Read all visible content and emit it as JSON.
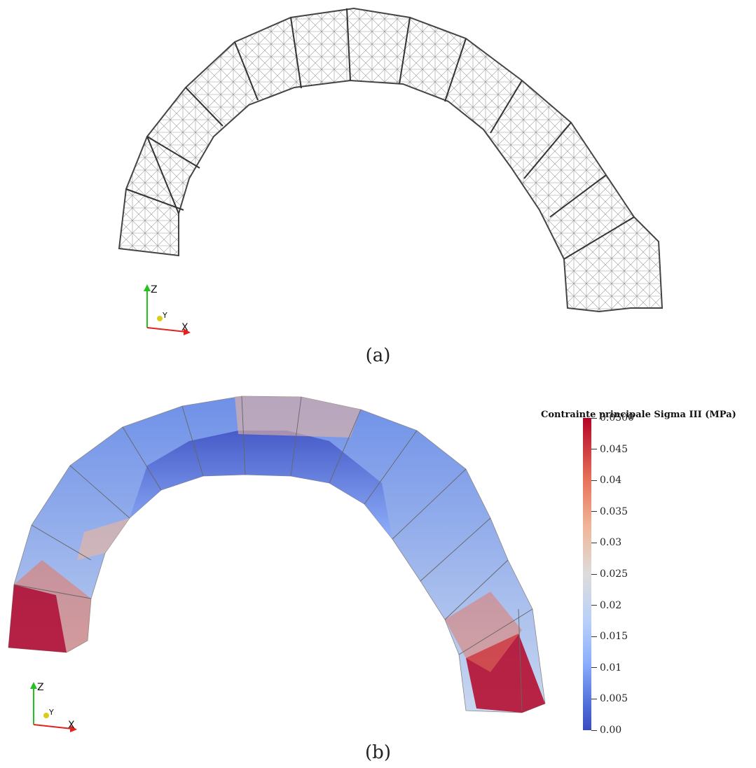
{
  "figure": {
    "caption_a": "(a)",
    "caption_b": "(b)"
  },
  "legend": {
    "title": "Contrainte principale Sigma III (MPa)",
    "ticks": [
      "0.0500",
      "0.045",
      "0.04",
      "0.035",
      "0.03",
      "0.025",
      "0.02",
      "0.015",
      "0.01",
      "0.005",
      "0.00"
    ]
  },
  "axes_triad": {
    "z_label": "Z",
    "y_label": "Y",
    "x_label": "X",
    "colors": {
      "x": "#e0231c",
      "y": "#d8cc1c",
      "z": "#22c21f"
    }
  },
  "colormap": {
    "low": "#3b4cc0",
    "mid": "#dddcdc",
    "high": "#b40426"
  }
}
